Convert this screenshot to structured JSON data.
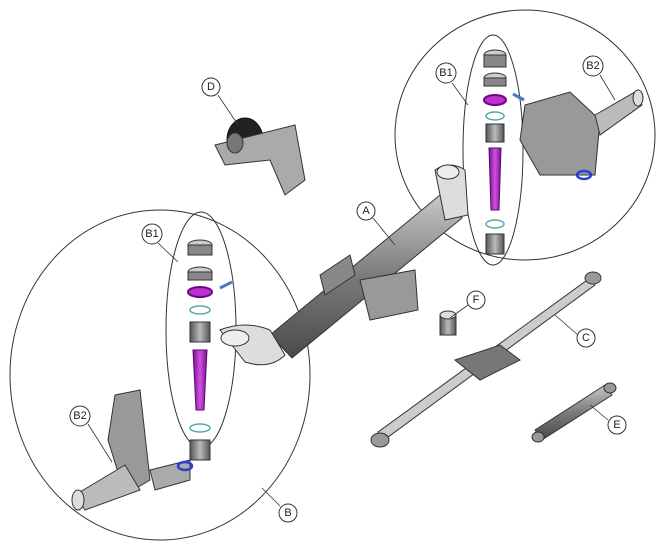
{
  "diagram": {
    "labels": {
      "a": "A",
      "b": "B",
      "b1_right": "B1",
      "b2_right": "B2",
      "b1_left": "B1",
      "b2_left": "B2",
      "c": "C",
      "d": "D",
      "e": "E",
      "f": "F"
    },
    "colors": {
      "kingpin": "#a020b0",
      "bushing_ring": "#2a3fd0",
      "metal": "#8a8a8a",
      "outline": "#333333"
    }
  }
}
